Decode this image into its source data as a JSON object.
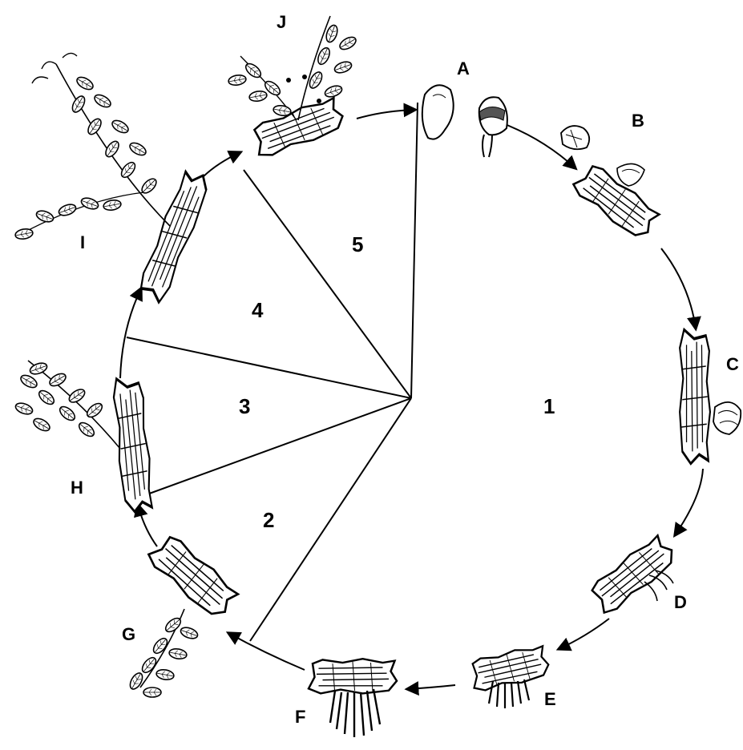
{
  "stage_labels": {
    "a": "A",
    "b": "B",
    "c": "C",
    "d": "D",
    "e": "E",
    "f": "F",
    "g": "G",
    "h": "H",
    "i": "I",
    "j": "J"
  },
  "segment_labels": {
    "s1": "1",
    "s2": "2",
    "s3": "3",
    "s4": "4",
    "s5": "5"
  },
  "colors": {
    "ink": "#000000",
    "background": "#ffffff",
    "bark": "#3a3a3a",
    "leaf": "#ffffff"
  },
  "illustrations": [
    "seed-illustration",
    "germinating-seed-illustration",
    "bark-sprout-illustration",
    "root-growth-illustration",
    "leafy-shoot-illustration",
    "flowering-plant-illustration"
  ]
}
